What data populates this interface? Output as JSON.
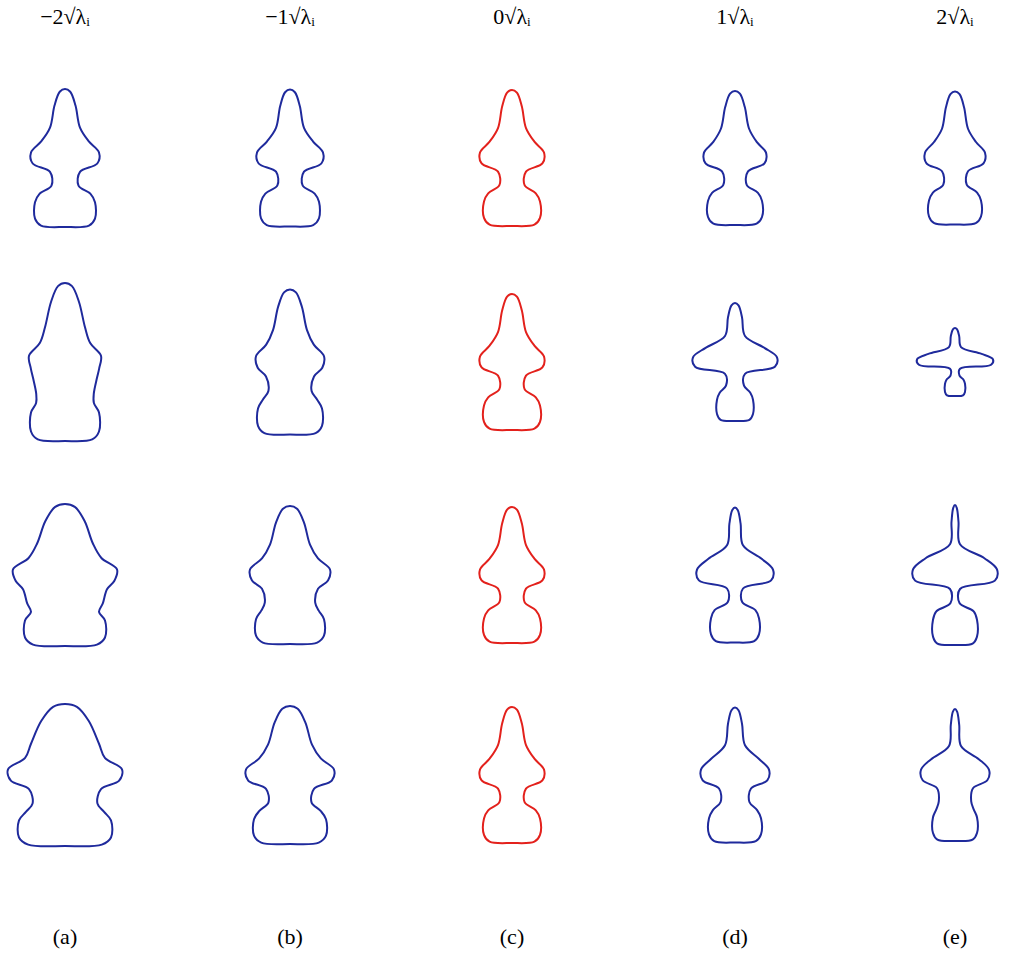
{
  "diagram": {
    "labels": [
      "−2√λᵢ",
      "−1√λᵢ",
      "0√λᵢ",
      "1√λᵢ",
      "2√λᵢ",
      "(a)",
      "(b)",
      "(c)",
      "(d)",
      "(e)"
    ]
  }
}
